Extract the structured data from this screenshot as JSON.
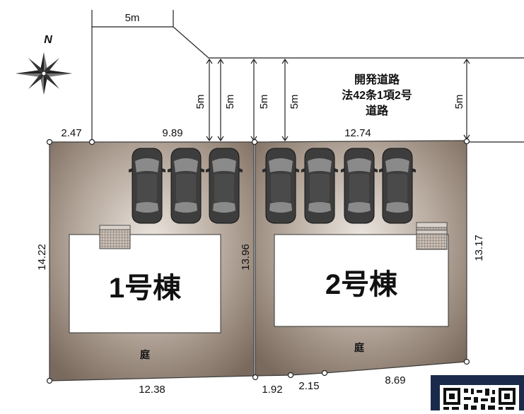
{
  "compass": {
    "north_label": "N"
  },
  "road": {
    "line1": "開発道路",
    "line2": "法42条1項2号",
    "line3": "道路",
    "width_labels": [
      "5m",
      "5m",
      "5m",
      "5m",
      "5m"
    ],
    "top_width_label": "5m"
  },
  "lots": [
    {
      "label": "1号棟",
      "garden": "庭",
      "cars": 3
    },
    {
      "label": "2号棟",
      "garden": "庭",
      "cars": 4
    }
  ],
  "dimensions": {
    "top_left_short": "2.47",
    "top_lot1": "9.89",
    "top_lot2": "12.74",
    "left_side": "14.22",
    "middle_boundary": "13.96",
    "right_side": "13.17",
    "bottom_lot1": "12.38",
    "bottom_seg1": "1.92",
    "bottom_seg2": "2.15",
    "bottom_seg3": "8.69"
  },
  "colors": {
    "lot_fill_center": "#e9e2dc",
    "lot_fill_edge": "#7a6a5d",
    "building": "#ffffff",
    "car_body": "#3d3d3d",
    "badge_bg": "#1b2a4a"
  }
}
